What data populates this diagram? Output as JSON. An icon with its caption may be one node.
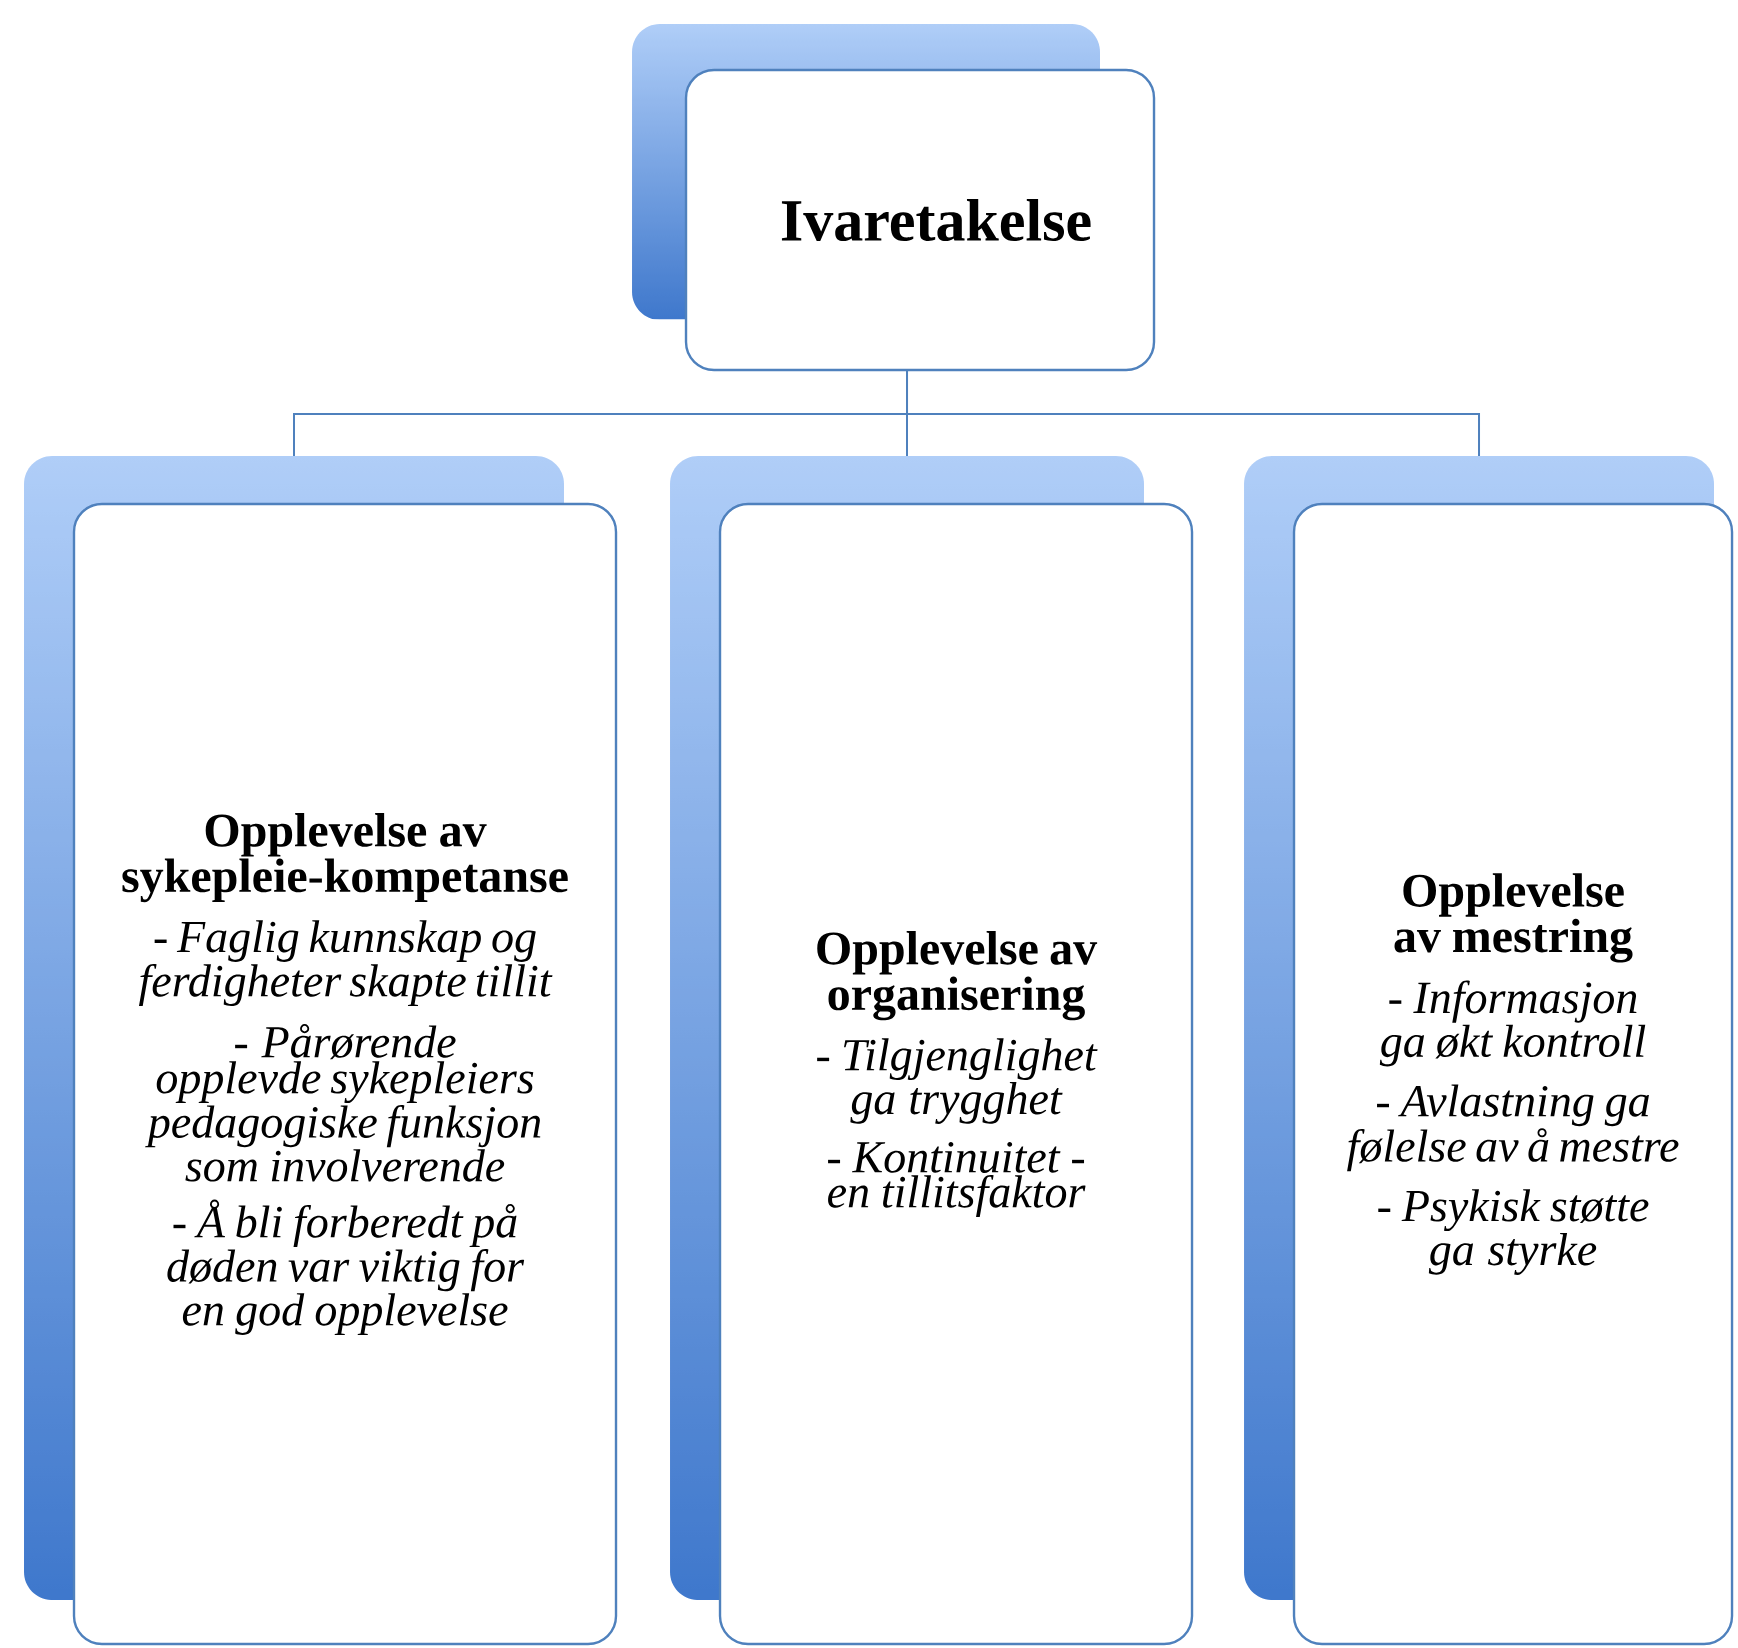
{
  "diagram": {
    "nodes": [
      {
        "text": [
          "Ivaretakelse"
        ]
      },
      {
        "text": [
          "Opplevelse av sykepleie-kompetanse",
          "- Faglig kunnskap og ferdigheter skapte tillit",
          "- Pårørende opplevde sykepleiers pedagogiske funksjon som involverende",
          "- Å bli forberedt på døden var viktig for en god opplevelse"
        ]
      },
      {
        "text": [
          "Opplevelse av organisering",
          "- Tilgjenglighet ga trygghet",
          "- Kontinuitet - en tillitsfaktor"
        ]
      },
      {
        "text": [
          "Opplevelse av mestring",
          "- Informasjon ga økt kontroll",
          "- Avlastning ga følelse av å mestre",
          "- Psykisk støtte ga styrke"
        ]
      }
    ],
    "edges": [
      {
        "from": 0,
        "to": 1,
        "arrow": "none"
      },
      {
        "from": 0,
        "to": 2,
        "arrow": "none"
      },
      {
        "from": 0,
        "to": 3,
        "arrow": "none"
      }
    ]
  }
}
